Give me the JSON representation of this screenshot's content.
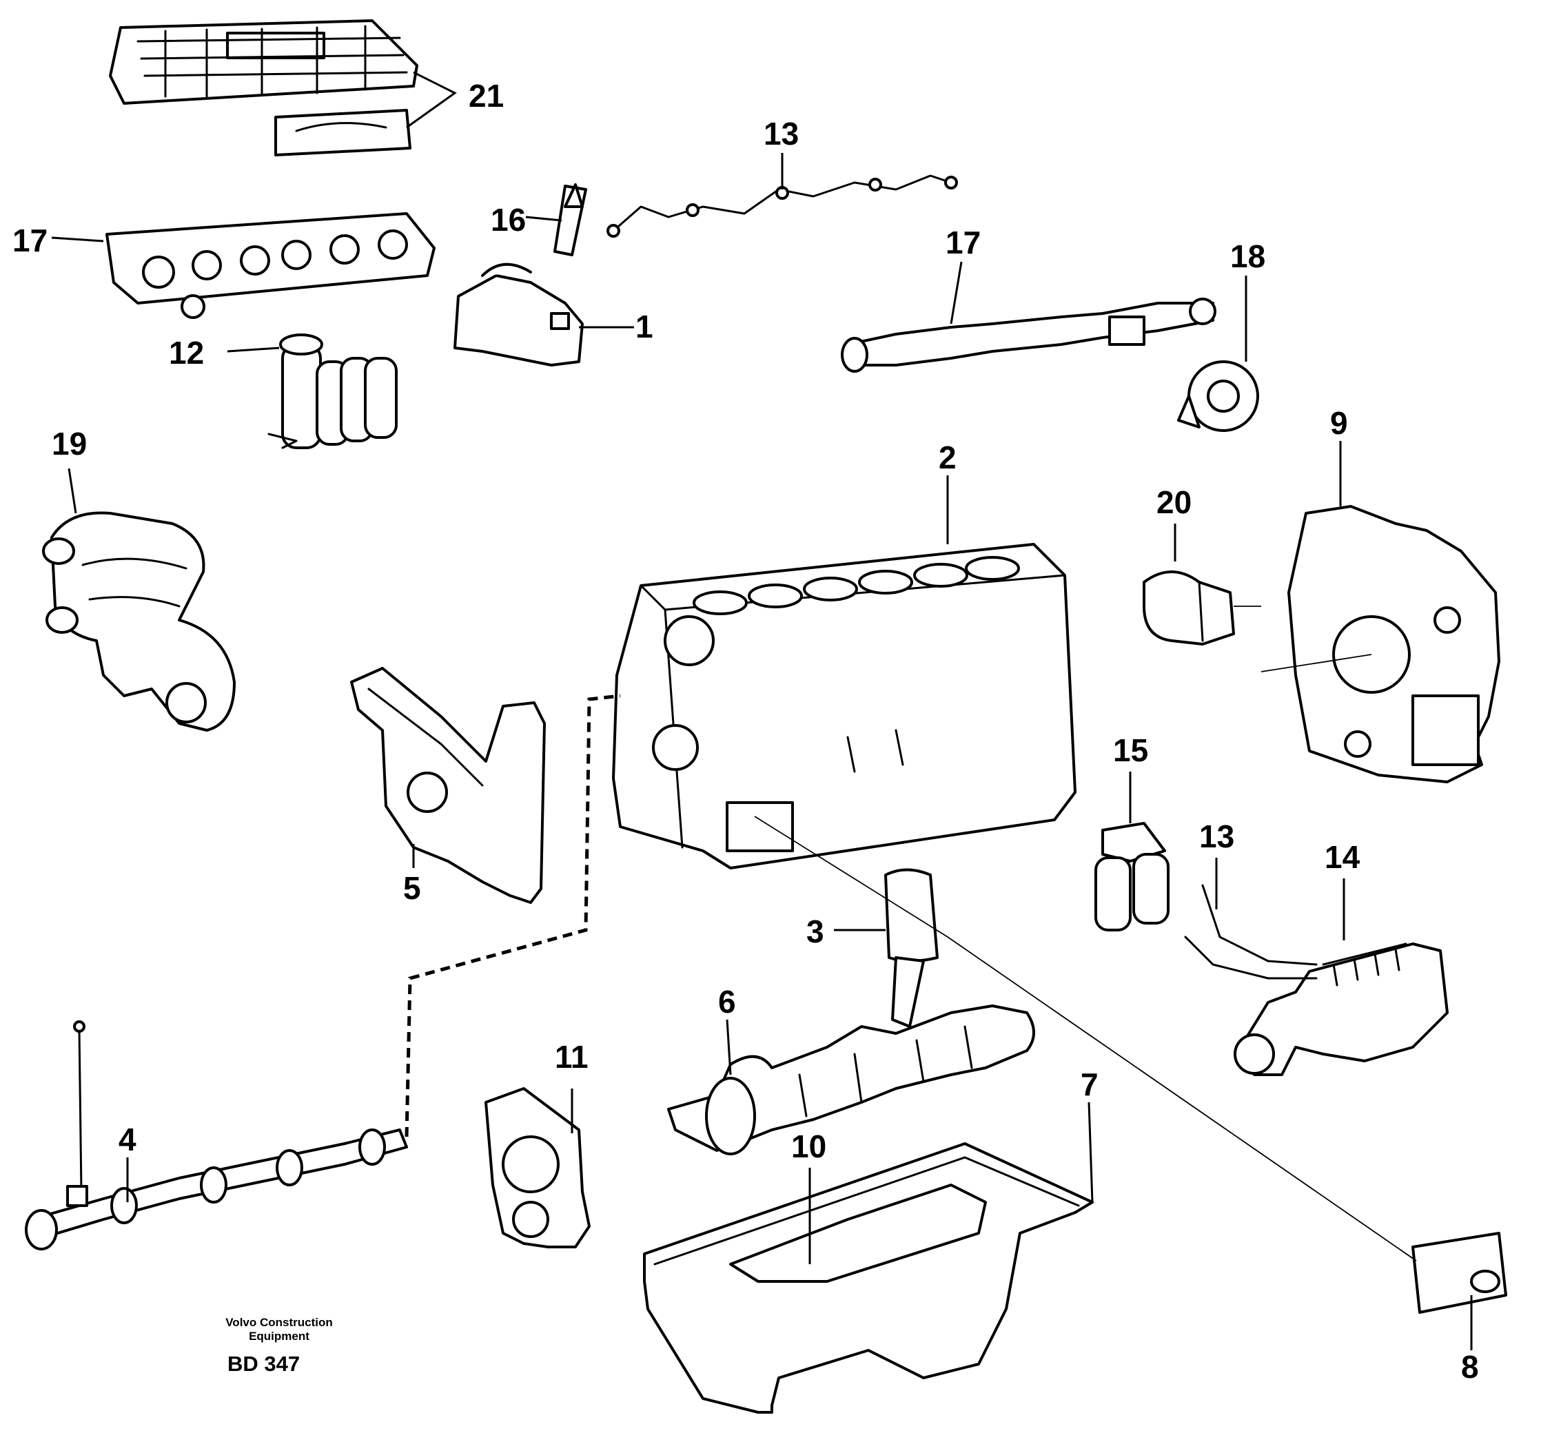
{
  "callouts": {
    "c1": "1",
    "c2": "2",
    "c3": "3",
    "c4": "4",
    "c5": "5",
    "c6": "6",
    "c7": "7",
    "c8": "8",
    "c9": "9",
    "c10": "10",
    "c11": "11",
    "c12": "12",
    "c13a": "13",
    "c13b": "13",
    "c14": "14",
    "c15": "15",
    "c16": "16",
    "c17a": "17",
    "c17b": "17",
    "c18": "18",
    "c19": "19",
    "c20": "20",
    "c21": "21"
  },
  "caption": {
    "company_line1": "Volvo Construction",
    "company_line2": "Equipment",
    "code": "BD 347"
  }
}
